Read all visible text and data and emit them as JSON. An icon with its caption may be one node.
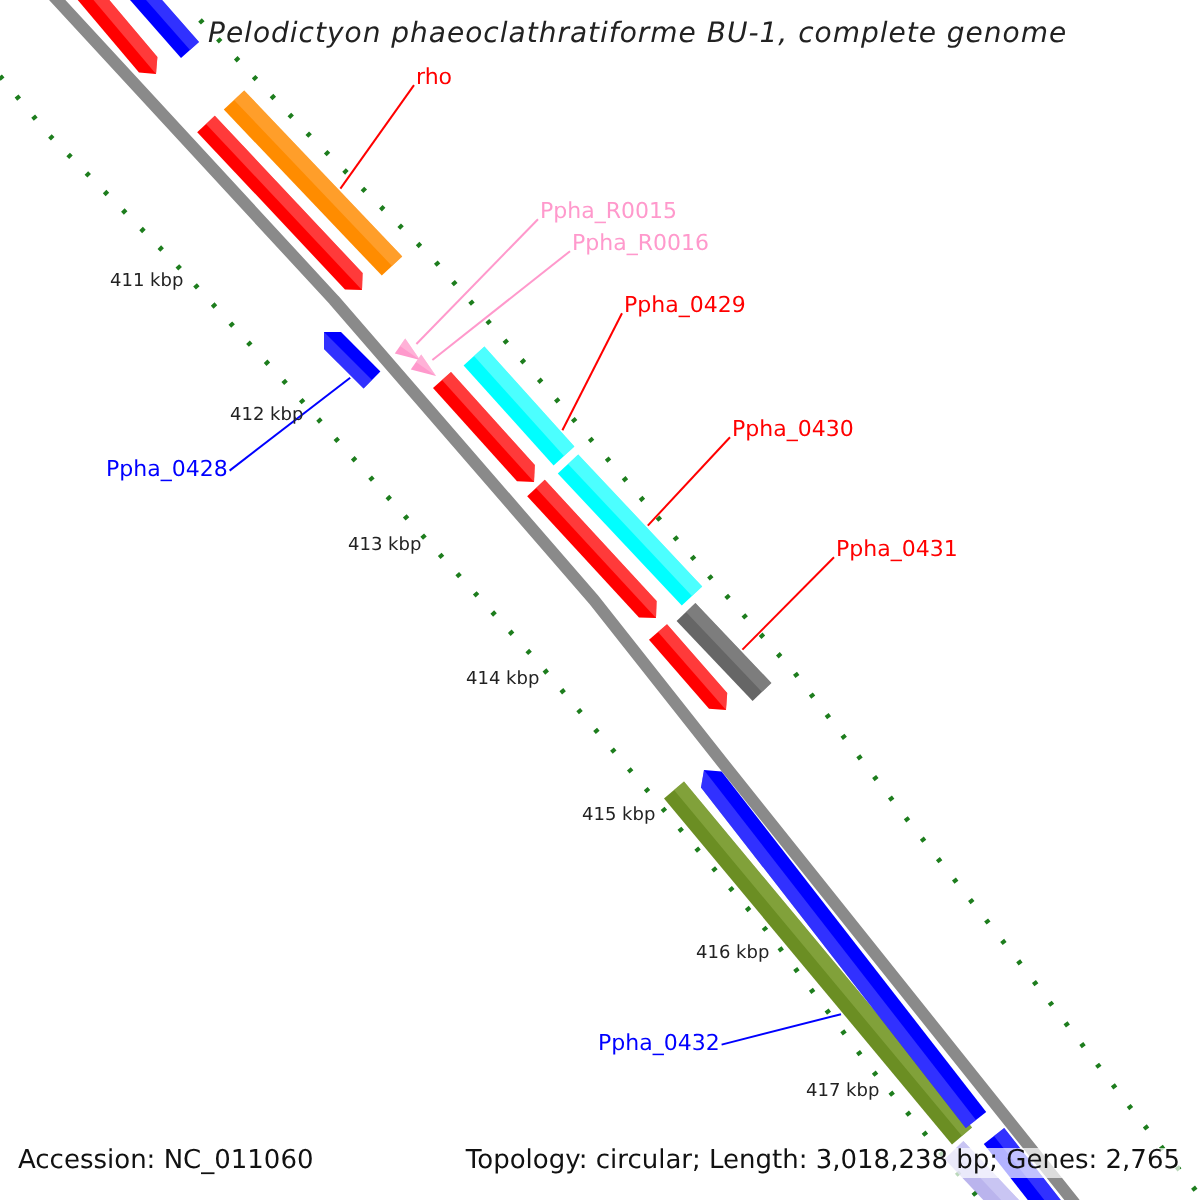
{
  "diagram": {
    "title": "Pelodictyon phaeoclathratiforme BU-1, complete genome",
    "nodes": [
      {
        "text": [
          "rho"
        ]
      },
      {
        "text": [
          "Ppha_R0015"
        ]
      },
      {
        "text": [
          "Ppha_R0016"
        ]
      },
      {
        "text": [
          "Ppha_0429"
        ]
      },
      {
        "text": [
          "Ppha_0430"
        ]
      },
      {
        "text": [
          "Ppha_0431"
        ]
      },
      {
        "text": [
          "Ppha_0428"
        ]
      },
      {
        "text": [
          "Ppha_0432"
        ]
      },
      {
        "text": [],
        "shape": "bar"
      },
      {
        "text": [],
        "shape": "bar"
      },
      {
        "text": [],
        "shape": "bar"
      },
      {
        "text": [],
        "shape": "bar"
      },
      {
        "text": [],
        "shape": "bar"
      },
      {
        "text": [],
        "shape": "bar"
      },
      {
        "text": [],
        "shape": "bar"
      },
      {
        "text": [],
        "shape": "bar"
      }
    ],
    "edges": [
      {
        "from": 0,
        "to": 8,
        "arrow": "none"
      },
      {
        "from": 1,
        "to": 9,
        "arrow": "none",
        "color": "#ff99cc"
      },
      {
        "from": 2,
        "to": 10,
        "arrow": "none",
        "color": "#ff99cc"
      },
      {
        "from": 3,
        "to": 11,
        "arrow": "none"
      },
      {
        "from": 4,
        "to": 12,
        "arrow": "none"
      },
      {
        "from": 5,
        "to": 13,
        "arrow": "none"
      },
      {
        "from": 6,
        "to": 14,
        "arrow": "none",
        "color": "#0000ff"
      },
      {
        "from": 7,
        "to": 15,
        "arrow": "none",
        "color": "#0000ff"
      }
    ],
    "labels": [
      "411 kbp",
      "412 kbp",
      "413 kbp",
      "414 kbp",
      "415 kbp",
      "416 kbp",
      "417 kbp",
      "Accession: NC_011060",
      "Topology: circular; Length: 3,018,238 bp; Genes: 2,765"
    ]
  }
}
